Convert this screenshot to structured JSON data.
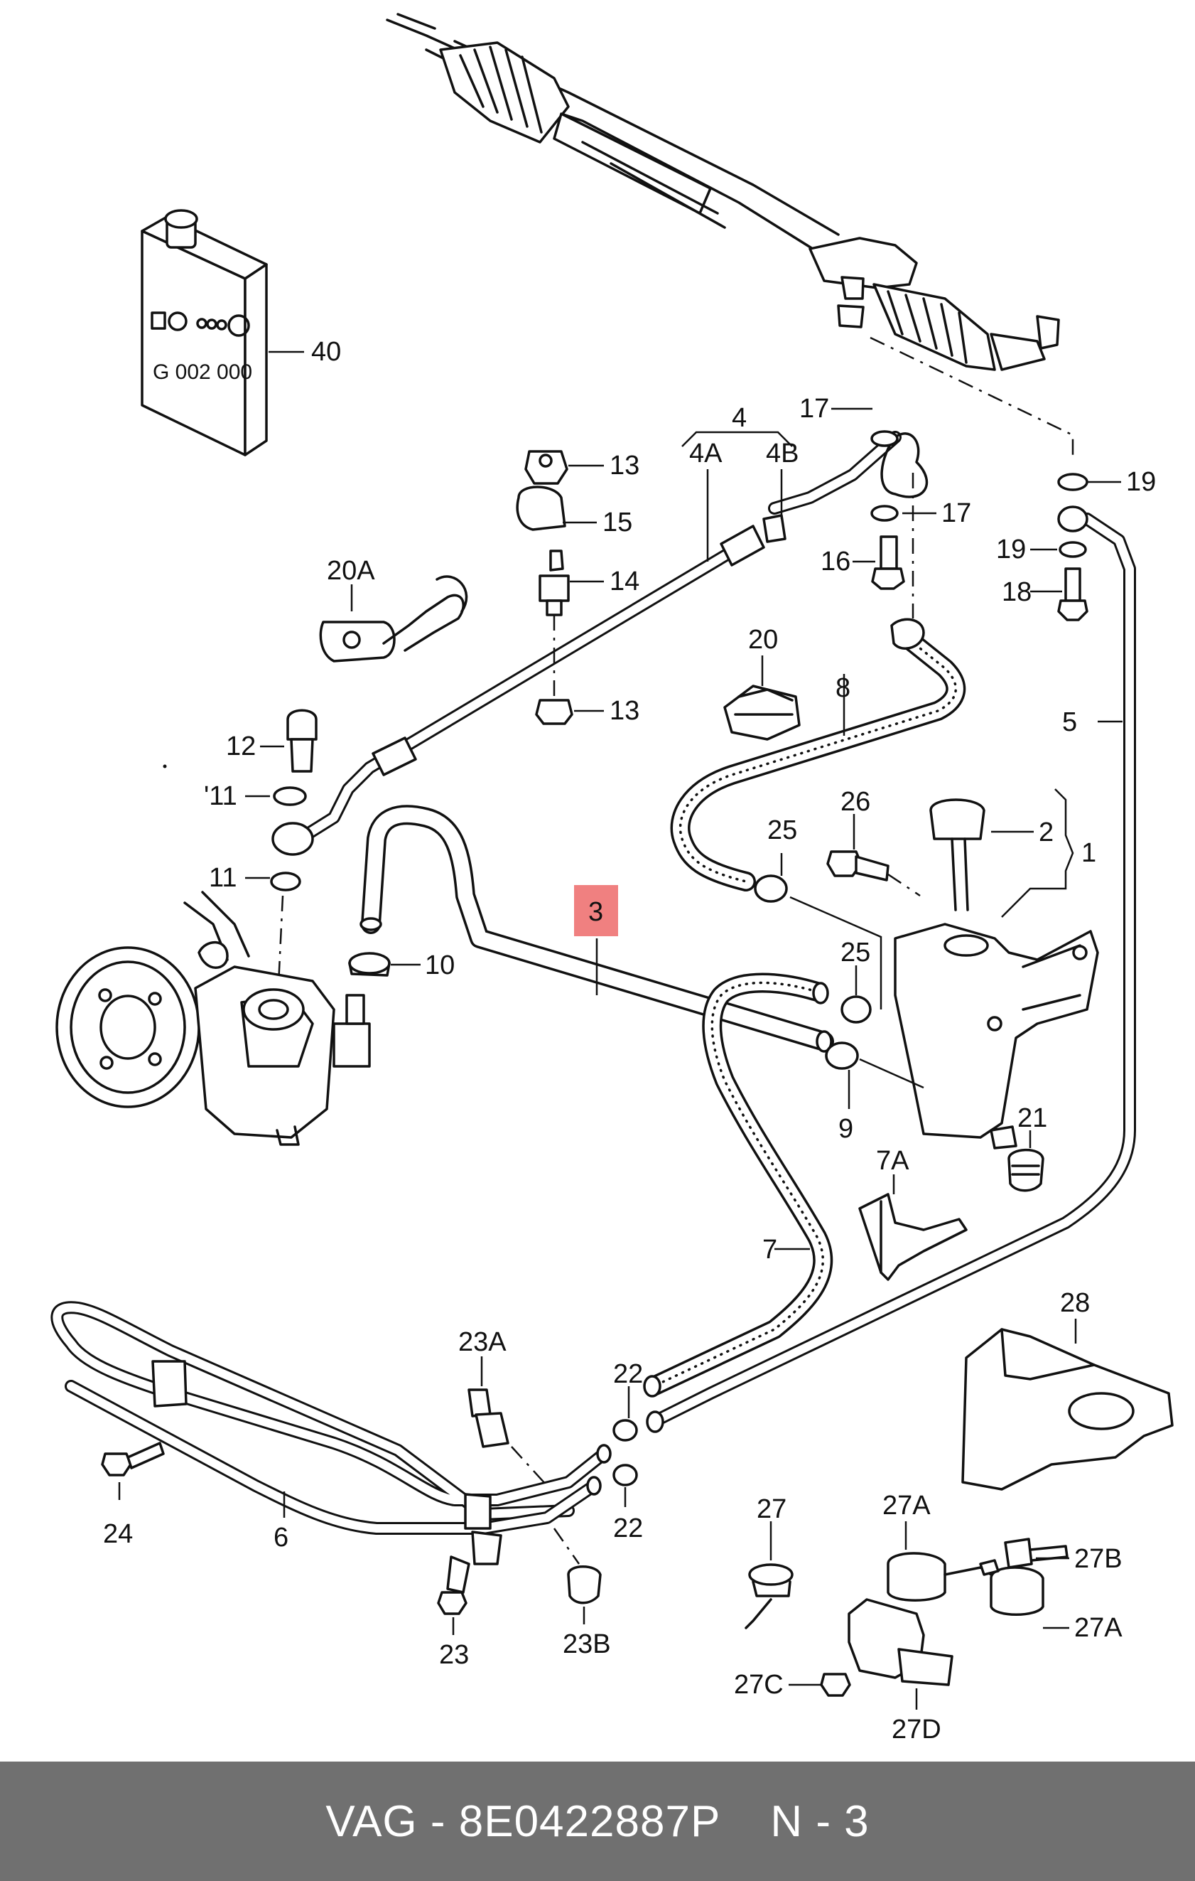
{
  "diagram": {
    "labels": {
      "l1": "1",
      "l2": "2",
      "l3": "3",
      "l4": "4",
      "l4a": "4A",
      "l4b": "4B",
      "l5": "5",
      "l6": "6",
      "l7": "7",
      "l7a": "7A",
      "l8": "8",
      "l9": "9",
      "l10": "10",
      "l11a": "11",
      "l11b": "'11",
      "l12": "12",
      "l13a": "13",
      "l13b": "13",
      "l14": "14",
      "l15": "15",
      "l16": "16",
      "l17a": "17",
      "l17b": "17",
      "l18": "18",
      "l19a": "19",
      "l19b": "19",
      "l20": "20",
      "l20a": "20A",
      "l21": "21",
      "l22a": "22",
      "l22b": "22",
      "l23": "23",
      "l23a": "23A",
      "l23b": "23B",
      "l24": "24",
      "l25a": "25",
      "l25b": "25",
      "l26": "26",
      "l27": "27",
      "l27a1": "27A",
      "l27a2": "27A",
      "l27b": "27B",
      "l27c": "27C",
      "l27d": "27D",
      "l28": "28",
      "l40": "40"
    },
    "can_code": "G 002 000",
    "highlight_color": "#f08080"
  },
  "footer": {
    "part_text": "VAG - 8E0422887P",
    "ref_text": "N - 3",
    "background": "#707070"
  }
}
